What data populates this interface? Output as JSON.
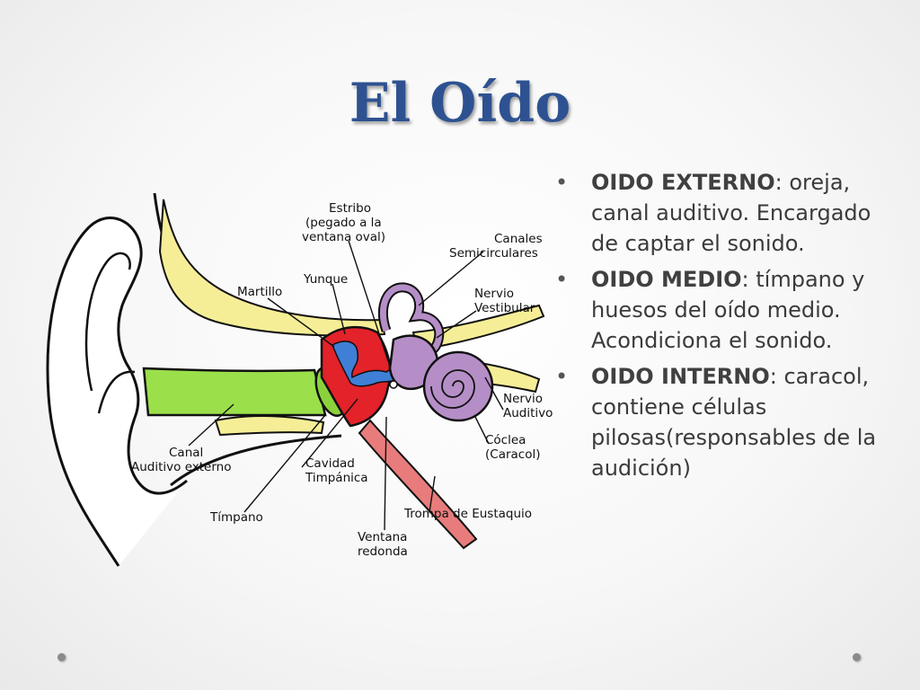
{
  "title": "El Oído",
  "diagram": {
    "labels": {
      "estribo_1": "Estribo",
      "estribo_2": "(pegado a la",
      "estribo_3": "ventana oval)",
      "canales_1": "Canales",
      "canales_2": "Semicirculares",
      "yunque": "Yunque",
      "martillo": "Martillo",
      "nervio_vest_1": "Nervio",
      "nervio_vest_2": "Vestibular",
      "nervio_aud_1": "Nervio",
      "nervio_aud_2": "Auditivo",
      "coclea_1": "Cóclea",
      "coclea_2": "(Caracol)",
      "canal_1": "Canal",
      "canal_2": "Auditivo externo",
      "cavidad_1": "Cavidad",
      "cavidad_2": "Timpánica",
      "trompa": "Trompa de Eustaquio",
      "timpano": "Tímpano",
      "ventana_1": "Ventana",
      "ventana_2": "redonda"
    }
  },
  "bullets": [
    {
      "term": "OIDO EXTERNO",
      "text": ": oreja, canal auditivo. Encargado de captar el sonido."
    },
    {
      "term": "OIDO MEDIO",
      "text": ": tímpano y huesos del oído medio. Acondiciona el sonido."
    },
    {
      "term": "OIDO INTERNO",
      "text": ": caracol, contiene células pilosas(responsables de la audición)"
    }
  ],
  "bullet_glyph": "•",
  "colors": {
    "title": "#2e5291",
    "canal": "#9be04a",
    "bone": "#f6ee97",
    "middle_ear": "#e3222a",
    "ossicles": "#3f7fd6",
    "inner_ear": "#b58ec7",
    "eustachian": "#e87c7c"
  }
}
